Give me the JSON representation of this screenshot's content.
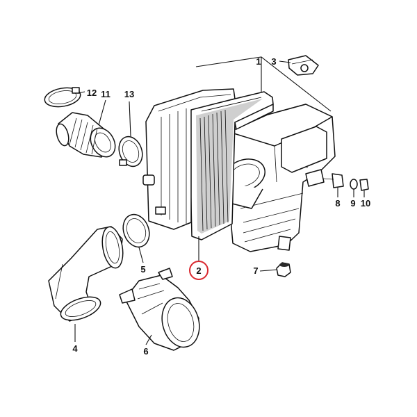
{
  "callouts": [
    {
      "id": "1",
      "text": "1"
    },
    {
      "id": "2",
      "text": "2",
      "highlighted": true
    },
    {
      "id": "3",
      "text": "3"
    },
    {
      "id": "4",
      "text": "4"
    },
    {
      "id": "5",
      "text": "5"
    },
    {
      "id": "6",
      "text": "6"
    },
    {
      "id": "7",
      "text": "7"
    },
    {
      "id": "8",
      "text": "8"
    },
    {
      "id": "9",
      "text": "9"
    },
    {
      "id": "10",
      "text": "10"
    },
    {
      "id": "11",
      "text": "11"
    },
    {
      "id": "12",
      "text": "12"
    },
    {
      "id": "13",
      "text": "13"
    }
  ],
  "colors": {
    "line": "#111111",
    "highlight_ring": "#d9282f",
    "filter_shade": "#cfcfcf",
    "background": "#ffffff"
  }
}
